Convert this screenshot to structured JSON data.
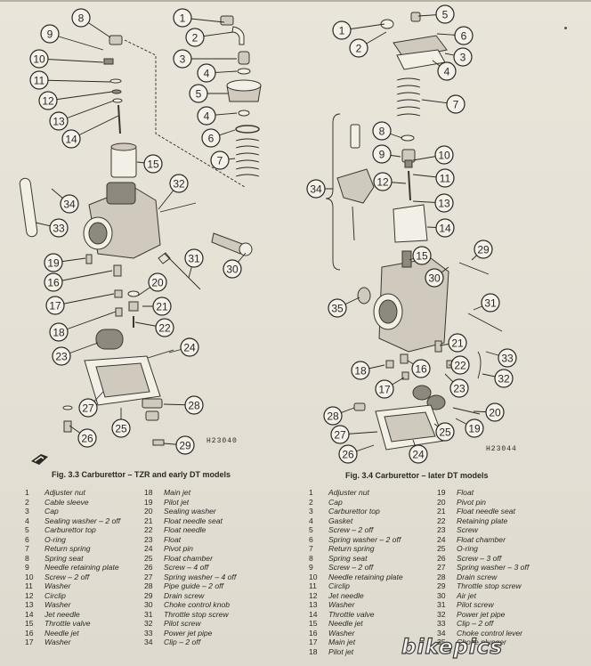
{
  "figures": [
    {
      "id": "fig33",
      "caption": "Fig. 3.3 Carburettor – TZR and early DT models",
      "ref": "H23040",
      "callouts": [
        "1",
        "2",
        "3",
        "4",
        "5",
        "4",
        "6",
        "7",
        "8",
        "9",
        "10",
        "11",
        "12",
        "13",
        "14",
        "15",
        "32",
        "34",
        "33",
        "19",
        "16",
        "17",
        "18",
        "20",
        "21",
        "22",
        "31",
        "30",
        "23",
        "24",
        "27",
        "28",
        "26",
        "25",
        "29"
      ],
      "legend_col1": [
        {
          "n": "1",
          "t": "Adjuster nut"
        },
        {
          "n": "2",
          "t": "Cable sleeve"
        },
        {
          "n": "3",
          "t": "Cap"
        },
        {
          "n": "4",
          "t": "Sealing washer – 2 off"
        },
        {
          "n": "5",
          "t": "Carburettor top"
        },
        {
          "n": "6",
          "t": "O-ring"
        },
        {
          "n": "7",
          "t": "Return spring"
        },
        {
          "n": "8",
          "t": "Spring seat"
        },
        {
          "n": "9",
          "t": "Needle retaining plate"
        },
        {
          "n": "10",
          "t": "Screw – 2 off"
        },
        {
          "n": "11",
          "t": "Washer"
        },
        {
          "n": "12",
          "t": "Circlip"
        },
        {
          "n": "13",
          "t": "Washer"
        },
        {
          "n": "14",
          "t": "Jet needle"
        },
        {
          "n": "15",
          "t": "Throttle valve"
        },
        {
          "n": "16",
          "t": "Needle jet"
        },
        {
          "n": "17",
          "t": "Washer"
        }
      ],
      "legend_col2": [
        {
          "n": "18",
          "t": "Main jet"
        },
        {
          "n": "19",
          "t": "Pilot jet"
        },
        {
          "n": "20",
          "t": "Sealing washer"
        },
        {
          "n": "21",
          "t": "Float needle seat"
        },
        {
          "n": "22",
          "t": "Float needle"
        },
        {
          "n": "23",
          "t": "Float"
        },
        {
          "n": "24",
          "t": "Pivot pin"
        },
        {
          "n": "25",
          "t": "Float chamber"
        },
        {
          "n": "26",
          "t": "Screw – 4 off"
        },
        {
          "n": "27",
          "t": "Spring washer – 4 off"
        },
        {
          "n": "28",
          "t": "Pipe guide – 2 off"
        },
        {
          "n": "29",
          "t": "Drain screw"
        },
        {
          "n": "30",
          "t": "Choke control knob"
        },
        {
          "n": "31",
          "t": "Throttle stop screw"
        },
        {
          "n": "32",
          "t": "Pilot screw"
        },
        {
          "n": "33",
          "t": "Power jet pipe"
        },
        {
          "n": "34",
          "t": "Clip – 2 off"
        }
      ]
    },
    {
      "id": "fig34",
      "caption": "Fig. 3.4 Carburettor – later DT models",
      "ref": "H23044",
      "callouts": [
        "1",
        "2",
        "5",
        "6",
        "3",
        "4",
        "7",
        "8",
        "9",
        "10",
        "11",
        "12",
        "13",
        "14",
        "34",
        "15",
        "29",
        "30",
        "31",
        "35",
        "21",
        "22",
        "23",
        "33",
        "32",
        "18",
        "16",
        "17",
        "20",
        "28",
        "27",
        "25",
        "19",
        "26",
        "24"
      ],
      "legend_col1": [
        {
          "n": "1",
          "t": "Adjuster nut"
        },
        {
          "n": "2",
          "t": "Cap"
        },
        {
          "n": "3",
          "t": "Carburettor top"
        },
        {
          "n": "4",
          "t": "Gasket"
        },
        {
          "n": "5",
          "t": "Screw – 2 off"
        },
        {
          "n": "6",
          "t": "Spring washer – 2 off"
        },
        {
          "n": "7",
          "t": "Return spring"
        },
        {
          "n": "8",
          "t": "Spring seat"
        },
        {
          "n": "9",
          "t": "Screw – 2 off"
        },
        {
          "n": "10",
          "t": "Needle retaining plate"
        },
        {
          "n": "11",
          "t": "Circlip"
        },
        {
          "n": "12",
          "t": "Jet needle"
        },
        {
          "n": "13",
          "t": "Washer"
        },
        {
          "n": "14",
          "t": "Throttle valve"
        },
        {
          "n": "15",
          "t": "Needle jet"
        },
        {
          "n": "16",
          "t": "Washer"
        },
        {
          "n": "17",
          "t": "Main jet"
        },
        {
          "n": "18",
          "t": "Pilot jet"
        }
      ],
      "legend_col2": [
        {
          "n": "19",
          "t": "Float"
        },
        {
          "n": "20",
          "t": "Pivot pin"
        },
        {
          "n": "21",
          "t": "Float needle seat"
        },
        {
          "n": "22",
          "t": "Retaining plate"
        },
        {
          "n": "23",
          "t": "Screw"
        },
        {
          "n": "24",
          "t": "Float chamber"
        },
        {
          "n": "25",
          "t": "O-ring"
        },
        {
          "n": "26",
          "t": "Screw – 3 off"
        },
        {
          "n": "27",
          "t": "Spring washer – 3 off"
        },
        {
          "n": "28",
          "t": "Drain screw"
        },
        {
          "n": "29",
          "t": "Throttle stop screw"
        },
        {
          "n": "30",
          "t": "Air jet"
        },
        {
          "n": "31",
          "t": "Pilot screw"
        },
        {
          "n": "32",
          "t": "Power jet pipe"
        },
        {
          "n": "33",
          "t": "Clip – 2 off"
        },
        {
          "n": "34",
          "t": "Choke control lever"
        },
        {
          "n": "35",
          "t": "Choke plunger"
        }
      ]
    }
  ],
  "watermark": "bikepics",
  "icons": {
    "arrow_badge": "page-corner-arrow-icon"
  }
}
